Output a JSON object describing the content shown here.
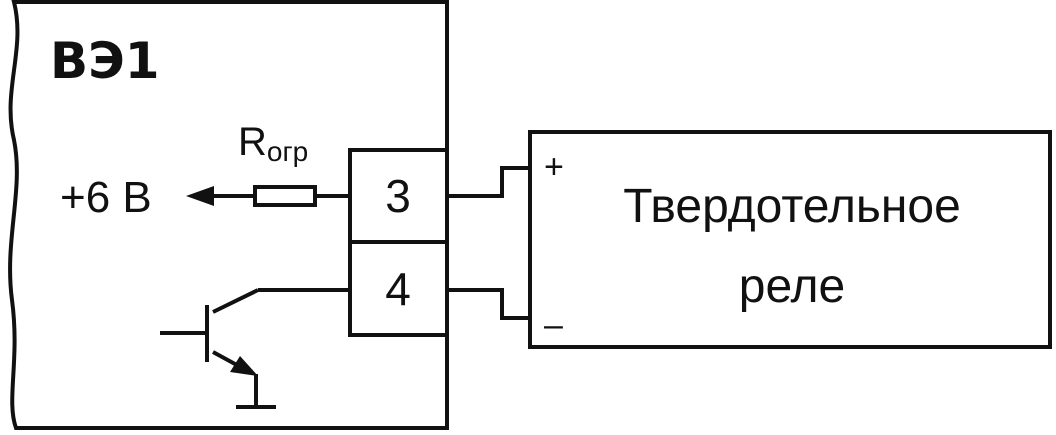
{
  "block": {
    "title": "ВЭ1"
  },
  "resistor": {
    "label_main": "R",
    "label_sub": "огр"
  },
  "supply": {
    "label": "+6 В"
  },
  "terminals": [
    {
      "label": "3"
    },
    {
      "label": "4"
    }
  ],
  "relay": {
    "line1": "Твердотельное",
    "line2": "реле",
    "plus": "+",
    "minus": "–"
  },
  "colors": {
    "line": "#111111",
    "background": "#ffffff"
  }
}
